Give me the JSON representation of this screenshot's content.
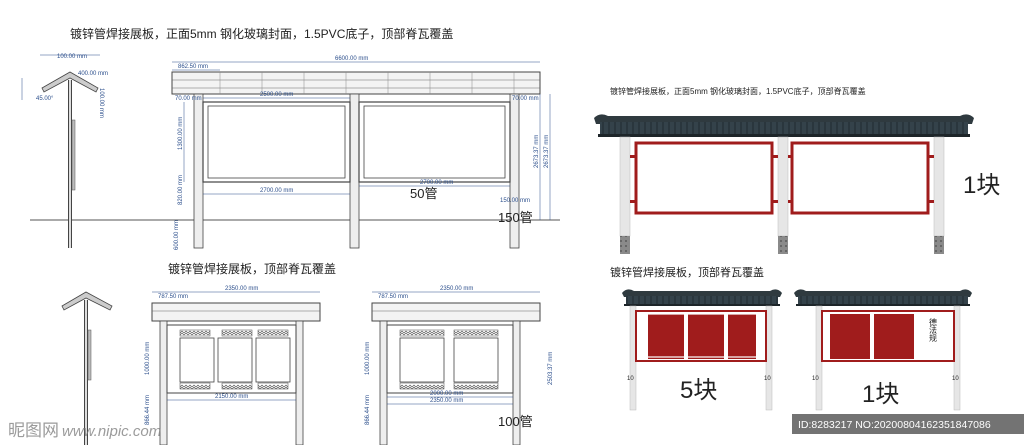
{
  "top_left": {
    "title": "镀锌管焊接展板，正面5mm  钢化玻璃封面，1.5PVC底子，顶部脊瓦覆盖",
    "dims": {
      "total_width": "6600.00 mm",
      "bay_offset": "862.50 mm",
      "panel_width": "2500.00 mm",
      "panel_span": "2700.00 mm",
      "panel_span_right": "2700.00 mm",
      "panel_height": "1300.00 mm",
      "lower_height": "820.00 mm",
      "ground_height": "600.00 mm",
      "small_dim": "70.00 mm",
      "right_height": "2673.37 mm",
      "right_height_2": "2673.37 mm",
      "post_spacing": "150.00 mm",
      "side_top": "100.00 mm",
      "side_roof": "400.00 mm",
      "side_drop": "100.00 mm",
      "side_angle": "45.00°"
    },
    "pipe_50": "50管",
    "pipe_150": "150管"
  },
  "bottom_left": {
    "title": "镀锌管焊接展板，顶部脊瓦覆盖",
    "dims": {
      "width_a": "2350.00 mm",
      "offset_a": "787.50 mm",
      "panel_a": "2150.00 mm",
      "height_a": "1000.00 mm",
      "lower_a": "866.44 mm",
      "width_b": "2350.00 mm",
      "offset_b": "787.50 mm",
      "panel_b": "2000.00 mm",
      "span_b": "2350.00 mm",
      "height_b": "1000.00 mm",
      "lower_b": "866.44 mm",
      "total_b": "2503.37 mm"
    },
    "pipe_100": "100管"
  },
  "top_right": {
    "title": "镀锌管焊接展板，正面5mm  钢化玻璃封面，1.5PVC底子，顶部脊瓦覆盖",
    "count": "1块"
  },
  "bottom_right": {
    "title": "镀锌管焊接展板，顶部脊瓦覆盖",
    "count_a": "5块",
    "count_b": "1块",
    "small_a": "10",
    "small_a2": "10",
    "small_b": "10",
    "small_b2": "10",
    "stamp_text": "德法规"
  },
  "watermark": {
    "logo": "昵图网",
    "url": "www.nipic.com",
    "id": "ID:8283217 NO:20200804162351847086"
  },
  "colors": {
    "roof": "#2f3a3f",
    "frame_red": "#a01c1c",
    "post": "#e8e8e8",
    "line": "#444444",
    "dim_blue": "#2c4f8c"
  }
}
